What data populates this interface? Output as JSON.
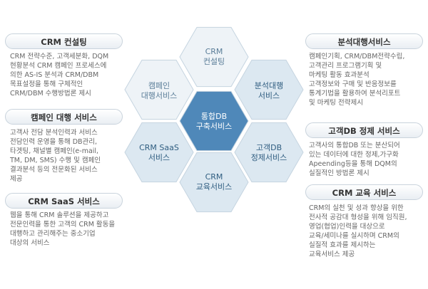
{
  "left": [
    {
      "title": "CRM 컨설팅",
      "body": "CRM 전략수준, 고객세분화, DQM\n현황분석 CRM 캠페인 프로세스에\n의한 AS-IS 분석과 CRM/DBM\n목표설정을 통해 구체적인\nCRM/DBM 수행방법론 제시"
    },
    {
      "title": "캠페인 대행 서비스",
      "body": "고객사 전담 분석인력과 서비스\n전담인력 운영을 통해 DB관리,\n타겟팅, 채널별 캠페인(e-mail,\nTM, DM, SMS) 수행 및 캠페인\n결과분석 등의 전문화된 서비스\n제공"
    },
    {
      "title": "CRM SaaS 서비스",
      "body": "웹을 통해 CRM 솔루션을 제공하고\n전문인력을 통한 고객의 CRM 활동을\n대행하고 관리해주는 중소기업\n대상의 서비스"
    }
  ],
  "right": [
    {
      "title": "분석대행서비스",
      "body": "캠페인기획, CRM/DBM전략수립,\n고객관리 프로그램기획 및\n마케팅 활동 효과분석\n고객정보와 구매 및 반응정보를\n통계기법을 활용하여 분석리포트\n및 마케팅 전략제시"
    },
    {
      "title": "고객DB 정제 서비스",
      "body": "고객사의 통합DB 또는 분산되어\n있는 데이터에 대한 정제,가구화\nApeending등을 통해 DQM의\n실질적인 방법론 제시"
    },
    {
      "title": "CRM 교육 서비스",
      "body": "CRM의 실천 및 성과 향상을 위한\n전사적 공감대 형성을 위해 임직원,\n영업(협업)인력을 대상으로\n교육/세미나를 실시하며 CRM의\n실질적 효과를 제시하는\n교육서비스 제공"
    }
  ],
  "hexes": {
    "top": "CRM\n컨설팅",
    "upper_left": "캠페인\n대행서비스",
    "upper_right": "분석대행\n서비스",
    "center": "통합DB\n구축서비스",
    "lower_left": "CRM SaaS\n서비스",
    "lower_right": "고객DB\n정제서비스",
    "bottom": "CRM\n교육서비스"
  },
  "colors": {
    "hex_light": "#eef3f7",
    "hex_mid": "#dce8f1",
    "hex_center": "#4f88b9",
    "hex_stroke": "#c5d4e0"
  }
}
